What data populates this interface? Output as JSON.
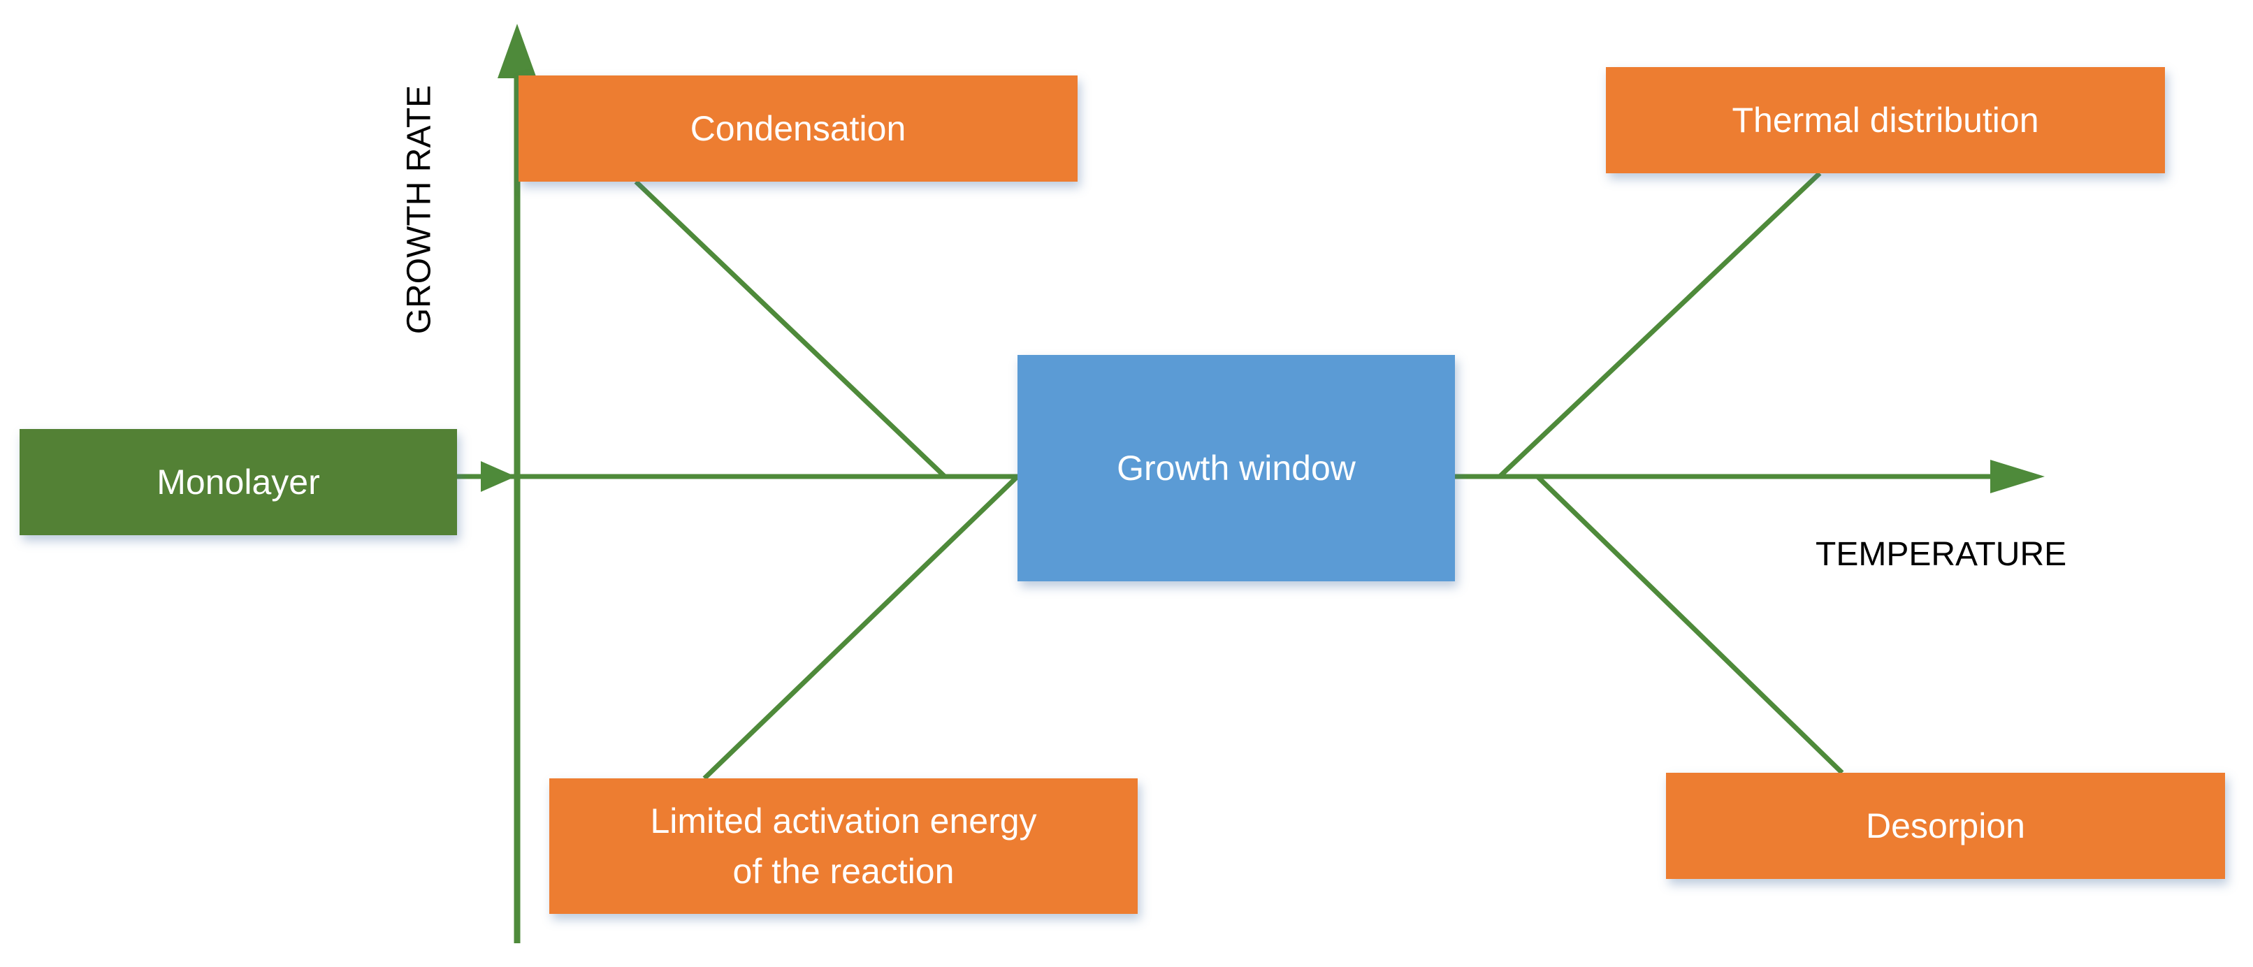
{
  "colors": {
    "connector": "#4E8A3A",
    "orange_box": "#ED7D31",
    "green_box": "#538135",
    "blue_box": "#5B9BD5",
    "box_text": "#FFFFFF"
  },
  "axes": {
    "y_label": "GROWTH RATE",
    "x_label": "TEMPERATURE"
  },
  "boxes": {
    "monolayer": "Monolayer",
    "condensation": "Condensation",
    "thermal_distribution": "Thermal distribution",
    "growth_window": "Growth window",
    "limited_activation": "Limited activation energy\nof the reaction",
    "desorpion": "Desorpion"
  }
}
